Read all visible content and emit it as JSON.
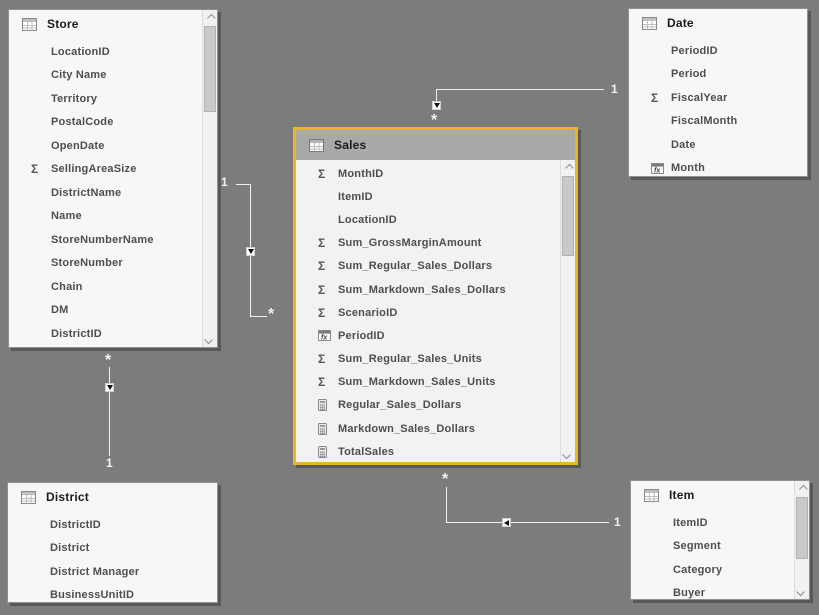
{
  "icons": {
    "sigma": "Σ",
    "table": "table-grid",
    "calculator": "calculator",
    "fx": "fx-column",
    "scroll_up": "chevron-up",
    "scroll_down": "chevron-down"
  },
  "colors": {
    "background": "#7c7c7c",
    "table_bg": "#f7f7f6",
    "selected_border": "#e8b524",
    "selected_header_bg": "#a9a9a9",
    "relationship_line": "#f0f0f0"
  },
  "tables": {
    "store": {
      "title": "Store",
      "fields": [
        {
          "label": "LocationID",
          "icon": ""
        },
        {
          "label": "City Name",
          "icon": ""
        },
        {
          "label": "Territory",
          "icon": ""
        },
        {
          "label": "PostalCode",
          "icon": ""
        },
        {
          "label": "OpenDate",
          "icon": ""
        },
        {
          "label": "SellingAreaSize",
          "icon": "sigma"
        },
        {
          "label": "DistrictName",
          "icon": ""
        },
        {
          "label": "Name",
          "icon": ""
        },
        {
          "label": "StoreNumberName",
          "icon": ""
        },
        {
          "label": "StoreNumber",
          "icon": ""
        },
        {
          "label": "Chain",
          "icon": ""
        },
        {
          "label": "DM",
          "icon": ""
        },
        {
          "label": "DistrictID",
          "icon": ""
        }
      ]
    },
    "date": {
      "title": "Date",
      "fields": [
        {
          "label": "PeriodID",
          "icon": ""
        },
        {
          "label": "Period",
          "icon": ""
        },
        {
          "label": "FiscalYear",
          "icon": "sigma"
        },
        {
          "label": "FiscalMonth",
          "icon": ""
        },
        {
          "label": "Date",
          "icon": ""
        },
        {
          "label": "Month",
          "icon": "fx"
        }
      ]
    },
    "sales": {
      "title": "Sales",
      "selected": true,
      "fields": [
        {
          "label": "MonthID",
          "icon": "sigma"
        },
        {
          "label": "ItemID",
          "icon": ""
        },
        {
          "label": "LocationID",
          "icon": ""
        },
        {
          "label": "Sum_GrossMarginAmount",
          "icon": "sigma"
        },
        {
          "label": "Sum_Regular_Sales_Dollars",
          "icon": "sigma"
        },
        {
          "label": "Sum_Markdown_Sales_Dollars",
          "icon": "sigma"
        },
        {
          "label": "ScenarioID",
          "icon": "sigma"
        },
        {
          "label": "PeriodID",
          "icon": "fx"
        },
        {
          "label": "Sum_Regular_Sales_Units",
          "icon": "sigma"
        },
        {
          "label": "Sum_Markdown_Sales_Units",
          "icon": "sigma"
        },
        {
          "label": "Regular_Sales_Dollars",
          "icon": "calculator"
        },
        {
          "label": "Markdown_Sales_Dollars",
          "icon": "calculator"
        },
        {
          "label": "TotalSales",
          "icon": "calculator"
        }
      ]
    },
    "district": {
      "title": "District",
      "fields": [
        {
          "label": "DistrictID",
          "icon": ""
        },
        {
          "label": "District",
          "icon": ""
        },
        {
          "label": "District Manager",
          "icon": ""
        },
        {
          "label": "BusinessUnitID",
          "icon": ""
        }
      ]
    },
    "item": {
      "title": "Item",
      "fields": [
        {
          "label": "ItemID",
          "icon": ""
        },
        {
          "label": "Segment",
          "icon": ""
        },
        {
          "label": "Category",
          "icon": ""
        },
        {
          "label": "Buyer",
          "icon": ""
        }
      ]
    }
  },
  "relationships": [
    {
      "name": "store-sales",
      "from": "Store",
      "from_cardinality": "1",
      "to": "Sales",
      "to_cardinality": "*"
    },
    {
      "name": "date-sales",
      "from": "Date",
      "from_cardinality": "1",
      "to": "Sales",
      "to_cardinality": "*"
    },
    {
      "name": "item-sales",
      "from": "Item",
      "from_cardinality": "1",
      "to": "Sales",
      "to_cardinality": "*"
    },
    {
      "name": "district-store",
      "from": "District",
      "from_cardinality": "1",
      "to": "Store",
      "to_cardinality": "*"
    }
  ]
}
